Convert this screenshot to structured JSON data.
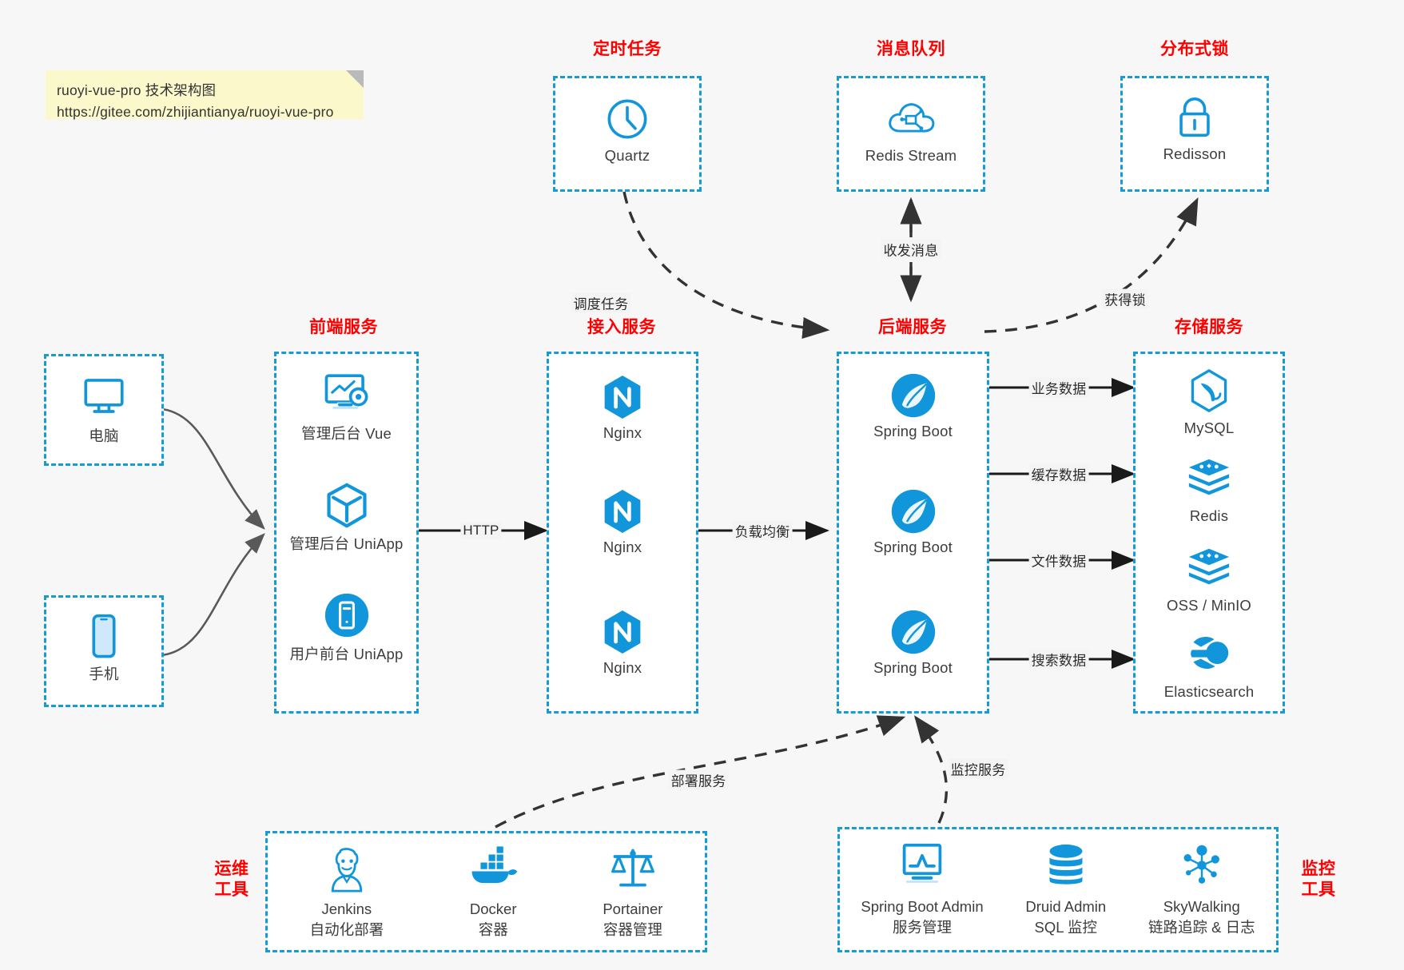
{
  "note": {
    "line1": "ruoyi-vue-pro 技术架构图",
    "line2": "https://gitee.com/zhijiantianya/ruoyi-vue-pro"
  },
  "colors": {
    "group_border": "#169bd5",
    "group_title": "#ff0000",
    "icon_blue": "#1296db",
    "edge_solid": "#1a1a1a",
    "edge_client": "#595959",
    "note_bg": "#fbf8cc",
    "canvas_bg": "#f7f7f7"
  },
  "groups": {
    "scheduled_task": {
      "title": "定时任务",
      "nodes": [
        {
          "label": "Quartz",
          "icon": "clock-icon"
        }
      ]
    },
    "message_queue": {
      "title": "消息队列",
      "nodes": [
        {
          "label": "Redis Stream",
          "icon": "cloud-stream-icon"
        }
      ]
    },
    "distributed_lock": {
      "title": "分布式锁",
      "nodes": [
        {
          "label": "Redisson",
          "icon": "lock-icon"
        }
      ]
    },
    "client_pc": {
      "title": "",
      "nodes": [
        {
          "label": "电脑",
          "icon": "desktop-icon"
        }
      ]
    },
    "client_mobile": {
      "title": "",
      "nodes": [
        {
          "label": "手机",
          "icon": "smartphone-icon"
        }
      ]
    },
    "frontend": {
      "title": "前端服务",
      "nodes": [
        {
          "label": "管理后台 Vue",
          "icon": "dashboard-gear-icon"
        },
        {
          "label": "管理后台 UniApp",
          "icon": "cube-icon"
        },
        {
          "label": "用户前台 UniApp",
          "icon": "mobile-app-icon"
        }
      ]
    },
    "gateway": {
      "title": "接入服务",
      "nodes": [
        {
          "label": "Nginx",
          "icon": "nginx-icon"
        },
        {
          "label": "Nginx",
          "icon": "nginx-icon"
        },
        {
          "label": "Nginx",
          "icon": "nginx-icon"
        }
      ]
    },
    "backend": {
      "title": "后端服务",
      "nodes": [
        {
          "label": "Spring Boot",
          "icon": "spring-leaf-icon"
        },
        {
          "label": "Spring Boot",
          "icon": "spring-leaf-icon"
        },
        {
          "label": "Spring Boot",
          "icon": "spring-leaf-icon"
        }
      ]
    },
    "storage": {
      "title": "存储服务",
      "nodes": [
        {
          "label": "MySQL",
          "icon": "mysql-dolphin-icon"
        },
        {
          "label": "Redis",
          "icon": "redis-stack-icon"
        },
        {
          "label": "OSS / MinIO",
          "icon": "redis-stack-icon"
        },
        {
          "label": "Elasticsearch",
          "icon": "elasticsearch-icon"
        }
      ]
    },
    "devops": {
      "title": "运维\n工具",
      "nodes": [
        {
          "label": "Jenkins",
          "sub": "自动化部署",
          "icon": "jenkins-butler-icon"
        },
        {
          "label": "Docker",
          "sub": "容器",
          "icon": "docker-whale-icon"
        },
        {
          "label": "Portainer",
          "sub": "容器管理",
          "icon": "scales-icon"
        }
      ]
    },
    "monitoring": {
      "title": "监控\n工具",
      "nodes": [
        {
          "label": "Spring Boot Admin",
          "sub": "服务管理",
          "icon": "monitor-chart-icon"
        },
        {
          "label": "Druid Admin",
          "sub": "SQL 监控",
          "icon": "database-icon"
        },
        {
          "label": "SkyWalking",
          "sub": "链路追踪 & 日志",
          "icon": "skywalking-icon"
        }
      ]
    }
  },
  "edges": [
    {
      "id": "schedule-task",
      "label": "调度任务",
      "from": "scheduled_task",
      "to": "backend",
      "style": "dashed"
    },
    {
      "id": "send-receive",
      "label": "收发消息",
      "from": "message_queue",
      "to": "backend",
      "style": "dashed-bidirectional"
    },
    {
      "id": "acquire-lock",
      "label": "获得锁",
      "from": "backend",
      "to": "distributed_lock",
      "style": "dashed"
    },
    {
      "id": "http",
      "label": "HTTP",
      "from": "frontend",
      "to": "gateway",
      "style": "solid"
    },
    {
      "id": "load-balance",
      "label": "负载均衡",
      "from": "gateway",
      "to": "backend",
      "style": "solid"
    },
    {
      "id": "business-data",
      "label": "业务数据",
      "from": "backend",
      "to": "storage",
      "style": "solid"
    },
    {
      "id": "cache-data",
      "label": "缓存数据",
      "from": "backend",
      "to": "storage",
      "style": "solid"
    },
    {
      "id": "file-data",
      "label": "文件数据",
      "from": "backend",
      "to": "storage",
      "style": "solid"
    },
    {
      "id": "search-data",
      "label": "搜索数据",
      "from": "backend",
      "to": "storage",
      "style": "solid"
    },
    {
      "id": "deploy-service",
      "label": "部署服务",
      "from": "devops",
      "to": "backend",
      "style": "dashed"
    },
    {
      "id": "monitor-service",
      "label": "监控服务",
      "from": "monitoring",
      "to": "backend",
      "style": "dashed"
    }
  ]
}
